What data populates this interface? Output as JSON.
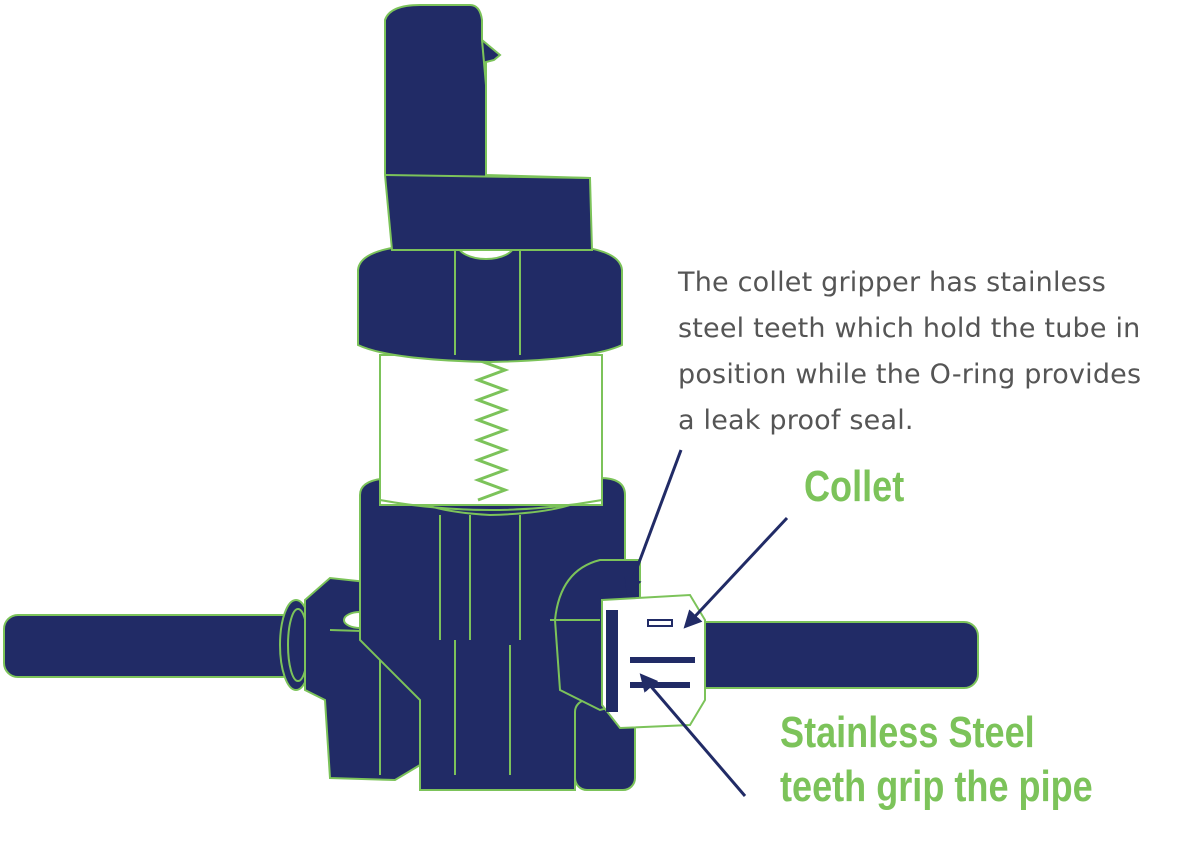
{
  "description": {
    "lines": [
      "The collet gripper has stainless",
      "steel teeth which hold the tube in",
      "position while the O-ring provides",
      "a leak proof seal."
    ]
  },
  "labels": {
    "collet": "Collet",
    "stainless_line1": "Stainless Steel",
    "stainless_line2": "teeth grip the pipe"
  },
  "colors": {
    "body": "#212b66",
    "outline": "#7cc35a",
    "label": "#7cc35a",
    "text": "#555555",
    "arrow": "#212b66"
  }
}
